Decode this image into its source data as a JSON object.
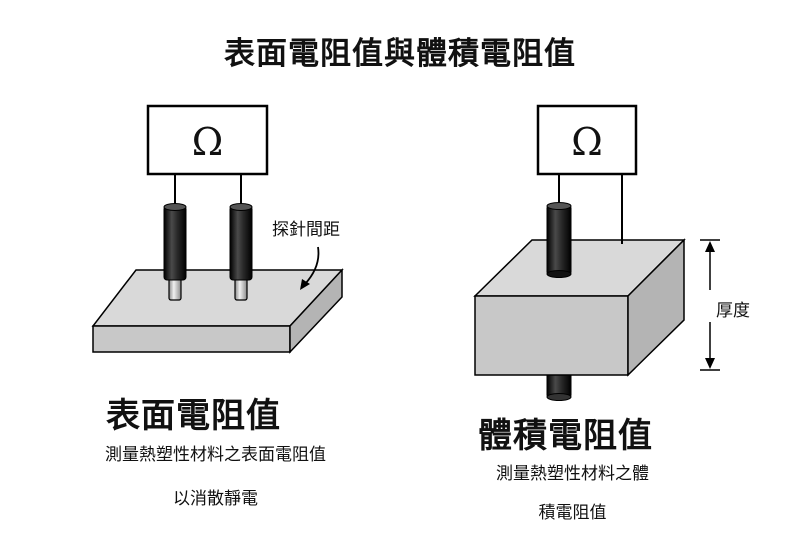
{
  "title": "表面電阻值與體積電阻值",
  "surface": {
    "meter_symbol": "Ω",
    "probe_spacing_label": "探針間距",
    "heading": "表面電阻值",
    "description_line1": "測量熱塑性材料之表面電阻值",
    "description_line2": "以消散靜電"
  },
  "volume": {
    "meter_symbol": "Ω",
    "thickness_label": "厚度",
    "heading": "體積電阻值",
    "description_line1": "測量熱塑性材料之體",
    "description_line2": "積電阻值"
  },
  "colors": {
    "slab_top": "#d9d9d9",
    "slab_front": "#c8c8c8",
    "slab_side": "#b4b4b4",
    "probe_body": "#1f1f1f",
    "probe_tip": "#a8a8a8",
    "outline": "#000000"
  }
}
